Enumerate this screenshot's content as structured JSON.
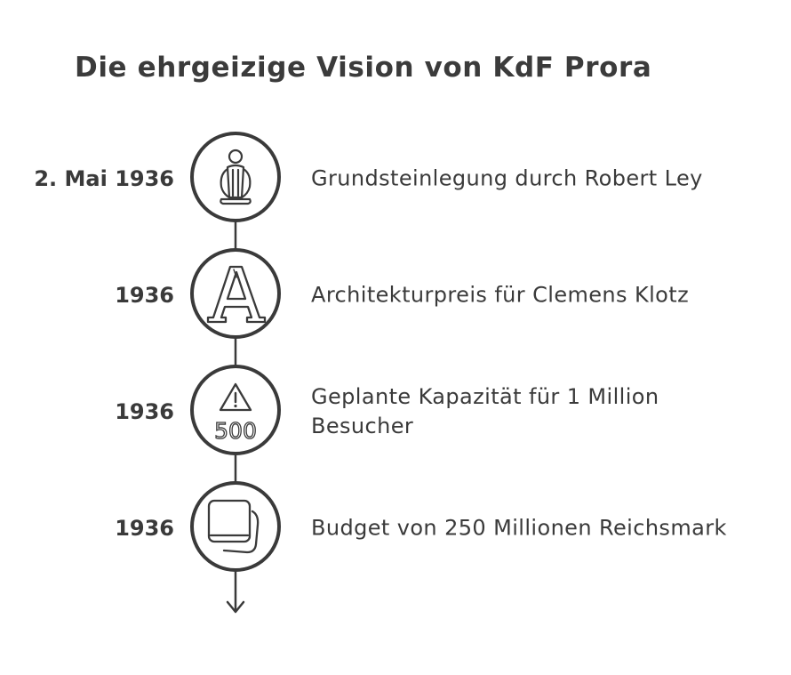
{
  "title": "Die ehrgeizige Vision von KdF Prora",
  "events": [
    {
      "date": "2. Mai 1936",
      "description": "Grundsteinlegung durch Robert Ley",
      "icon": "monument-icon"
    },
    {
      "date": "1936",
      "description": "Architekturpreis für Clemens Klotz",
      "icon": "letter-a-icon"
    },
    {
      "date": "1936",
      "description_lines": [
        "Geplante Kapazität für 1 Million",
        "Besucher"
      ],
      "icon": "warning-500-icon",
      "icon_text": "500"
    },
    {
      "date": "1936",
      "description": "Budget von 250 Millionen Reichsmark",
      "icon": "stacked-cards-icon"
    }
  ],
  "colors": {
    "stroke": "#3a3a3a",
    "text": "#3a3a3a",
    "background": "#ffffff"
  }
}
